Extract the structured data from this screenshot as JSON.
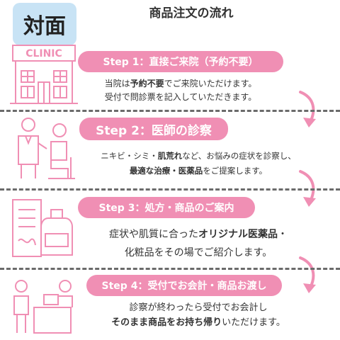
{
  "header": {
    "badge": "対面",
    "title": "商品注文の流れ"
  },
  "colors": {
    "accent": "#f08fb4",
    "badge_bg": "#c8e3f5",
    "divider": "#6b6b6b"
  },
  "steps": [
    {
      "label": "Step 1：直接ご来院（予約不要）",
      "icon": "clinic-icon",
      "icon_text": "CLINIC",
      "lines": [
        [
          "当院は",
          "予約不要",
          "でご来院いただけます。"
        ],
        [
          "受付で問診票を記入していただきます。"
        ]
      ]
    },
    {
      "label": "Step 2：医師の診察",
      "icon": "doctor-patient-icon",
      "lines": [
        [
          "ニキビ・シミ・",
          "肌荒れ",
          "など、お悩みの症状を診察し、"
        ],
        [
          "最適な",
          "治療・医薬品",
          "をご提案します。"
        ]
      ]
    },
    {
      "label": "Step 3：処方・商品のご案内",
      "icon": "prescription-bottle-icon",
      "lines": [
        [
          "症状や肌質に合った",
          "オリジナル医薬品",
          "・"
        ],
        [
          "化粧品をその場でご紹介します。"
        ]
      ]
    },
    {
      "label": "Step 4：受付でお会計・商品お渡し",
      "icon": "reception-counter-icon",
      "lines": [
        [
          "診察が終わったら受付でお会計し"
        ],
        [
          "そのまま商品",
          "をお持ち帰り",
          "いただけます。"
        ]
      ]
    }
  ]
}
